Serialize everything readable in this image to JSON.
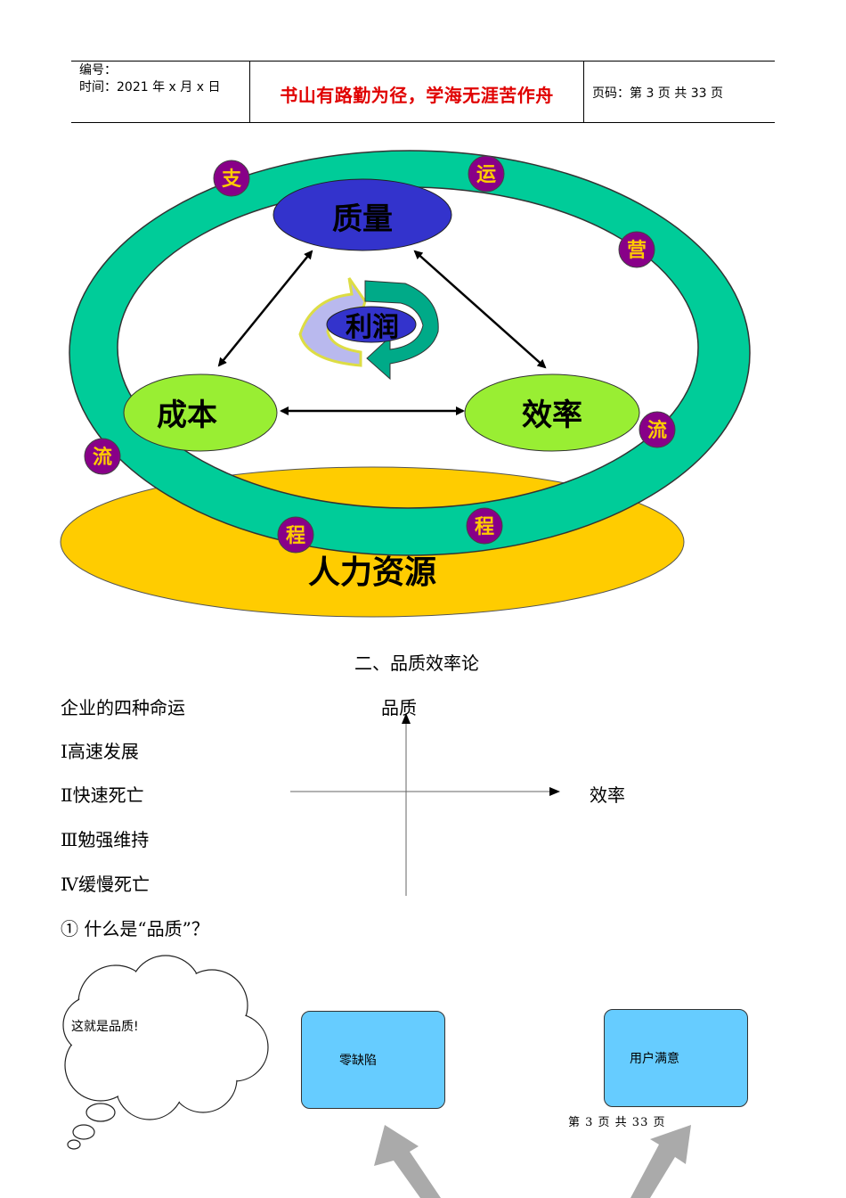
{
  "header": {
    "number_label": "编号：",
    "time_label": "时间：2021 年 x 月 x 日",
    "motto": "书山有路勤为径，学海无涯苦作舟",
    "page_label": "页码：第 3 页  共 33 页"
  },
  "diagram": {
    "center": "利润",
    "quality": "质量",
    "cost": "成本",
    "efficiency": "效率",
    "hr": "人力资源",
    "ring_chars": [
      "支",
      "运",
      "营",
      "流",
      "流",
      "程",
      "程"
    ],
    "colors": {
      "ring": "#00cc99",
      "quality": "#3333cc",
      "cost_eff": "#99ee33",
      "hr": "#ffcc00",
      "badge": "#880088",
      "badge_text": "#ffcc00"
    }
  },
  "section_title": "二、品质效率论",
  "fates": {
    "heading": "企业的四种命运",
    "items": [
      "Ⅰ高速发展",
      "Ⅱ快速死亡",
      "Ⅲ勉强维持",
      "Ⅳ缓慢死亡"
    ]
  },
  "axes": {
    "y_label": "品质",
    "x_label": "效率"
  },
  "question": "① 什么是“品质”？",
  "cloud_text": "这就是品质!",
  "box1": "零缺陷",
  "box2": "用户满意",
  "footer": "第 3 页 共 33 页"
}
